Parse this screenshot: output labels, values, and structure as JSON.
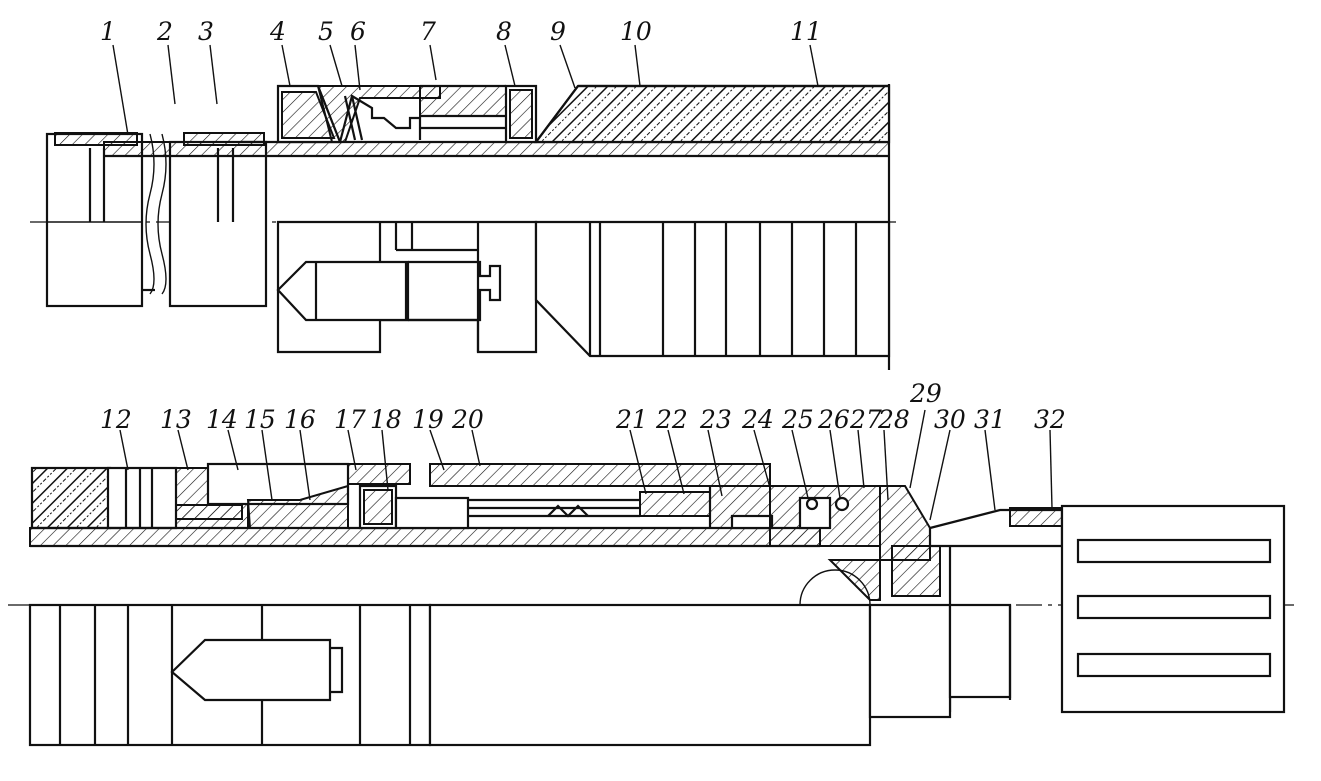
{
  "figure": {
    "upper_labels": [
      "1",
      "2",
      "3",
      "4",
      "5",
      "6",
      "7",
      "8",
      "9",
      "10",
      "11"
    ],
    "lower_labels_a": [
      "12",
      "13",
      "14",
      "15",
      "16",
      "17",
      "18",
      "19",
      "20"
    ],
    "lower_labels_b": [
      "21",
      "22",
      "23",
      "24",
      "25",
      "26",
      "27",
      "28",
      "29",
      "30",
      "31",
      "32"
    ]
  }
}
